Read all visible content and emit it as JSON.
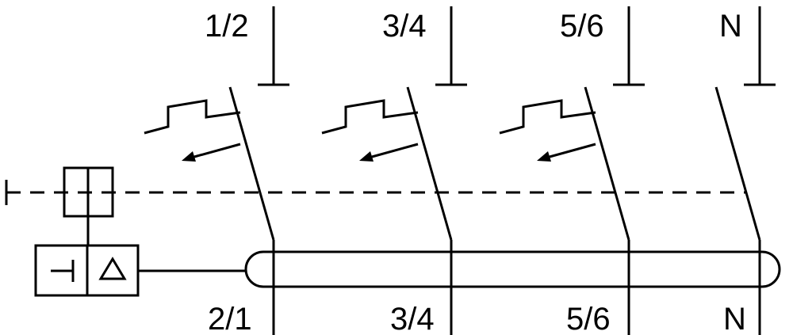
{
  "top_labels": {
    "p1": "1/2",
    "p2": "3/4",
    "p3": "5/6",
    "pn": "N"
  },
  "bottom_labels": {
    "p1": "2/1",
    "p2": "3/4",
    "p3": "5/6",
    "pn": "N"
  },
  "colors": {
    "stroke": "#000000",
    "background": "#ffffff"
  }
}
